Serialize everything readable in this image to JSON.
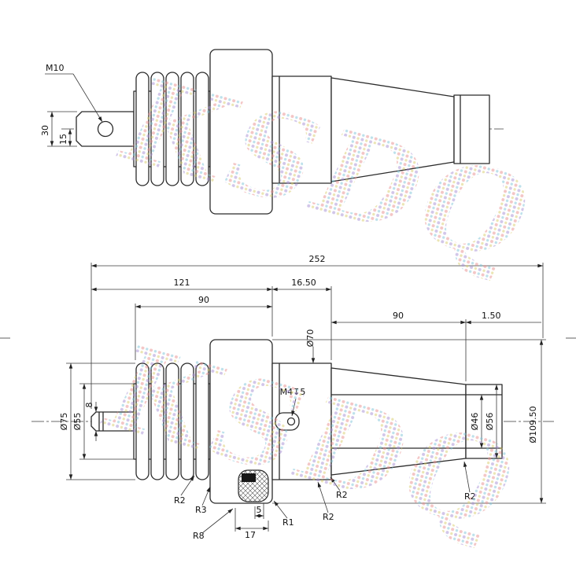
{
  "watermark": {
    "text": "KSDQ"
  },
  "top_view": {
    "thread_label": "M10",
    "dim_30": "30",
    "dim_15": "15"
  },
  "bottom_view": {
    "dim_252": "252",
    "dim_121": "121",
    "dim_16_50": "16.50",
    "dim_90_sheds": "90",
    "dim_90_cone": "90",
    "dim_1_50": "1.50",
    "dia_70": "Ø70",
    "dia_75": "Ø75",
    "dia_55": "Ø55",
    "dim_8": "8",
    "tapped_hole": "M4↧5",
    "dia_46": "Ø46",
    "dia_56": "Ø56",
    "dia_109_50": "Ø109.50",
    "r2_sheds": "R2",
    "r3": "R3",
    "r8": "R8",
    "dim_5": "5",
    "dim_17": "17",
    "r1": "R1",
    "r2_upper": "R2",
    "r2_lower": "R2",
    "r2_end": "R2"
  }
}
